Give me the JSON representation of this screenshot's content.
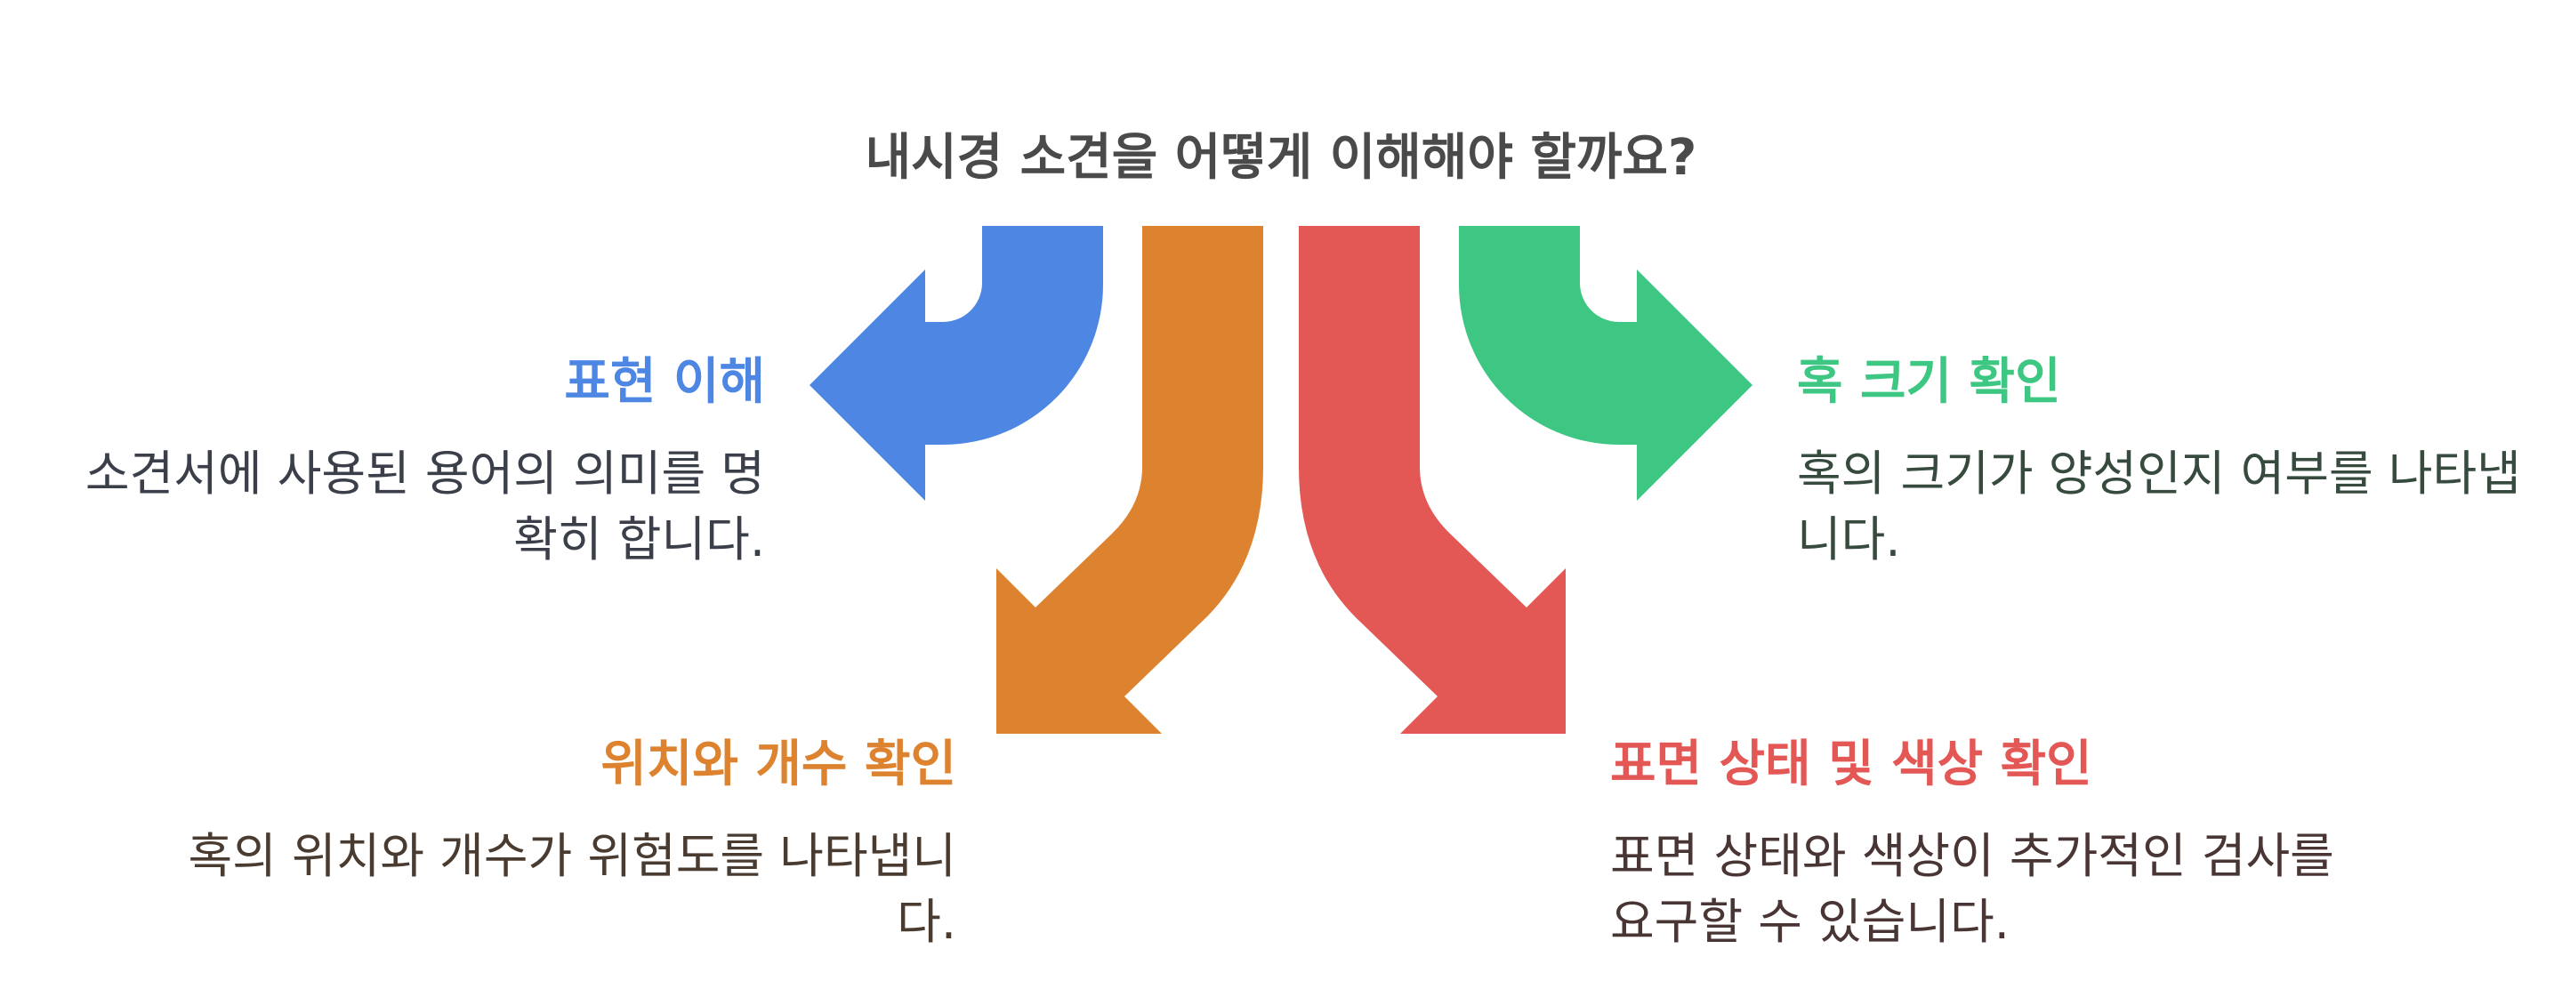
{
  "title": "내시경 소견을 어떻게 이해해야 할까요?",
  "colors": {
    "blue": "#4e86e4",
    "orange": "#dd8330",
    "red": "#e35755",
    "green": "#3ec783",
    "title_text": "#4a4a4a",
    "body_text": "#3b3b3b"
  },
  "branches": {
    "expression": {
      "heading": "표현 이해",
      "body": "소견서에 사용된 용어의 의미를 명확히 합니다.",
      "color": "#4e86e4"
    },
    "location": {
      "heading": "위치와 개수 확인",
      "body": "혹의 위치와 개수가 위험도를 나타냅니다.",
      "color": "#dd8330"
    },
    "size": {
      "heading": "혹 크기 확인",
      "body": "혹의 크기가 양성인지 여부를 나타냅니다.",
      "color": "#3ec783"
    },
    "surface": {
      "heading": "표면 상태 및 색상 확인",
      "body": "표면 상태와 색상이 추가적인 검사를 요구할 수 있습니다.",
      "color": "#e35755"
    }
  }
}
